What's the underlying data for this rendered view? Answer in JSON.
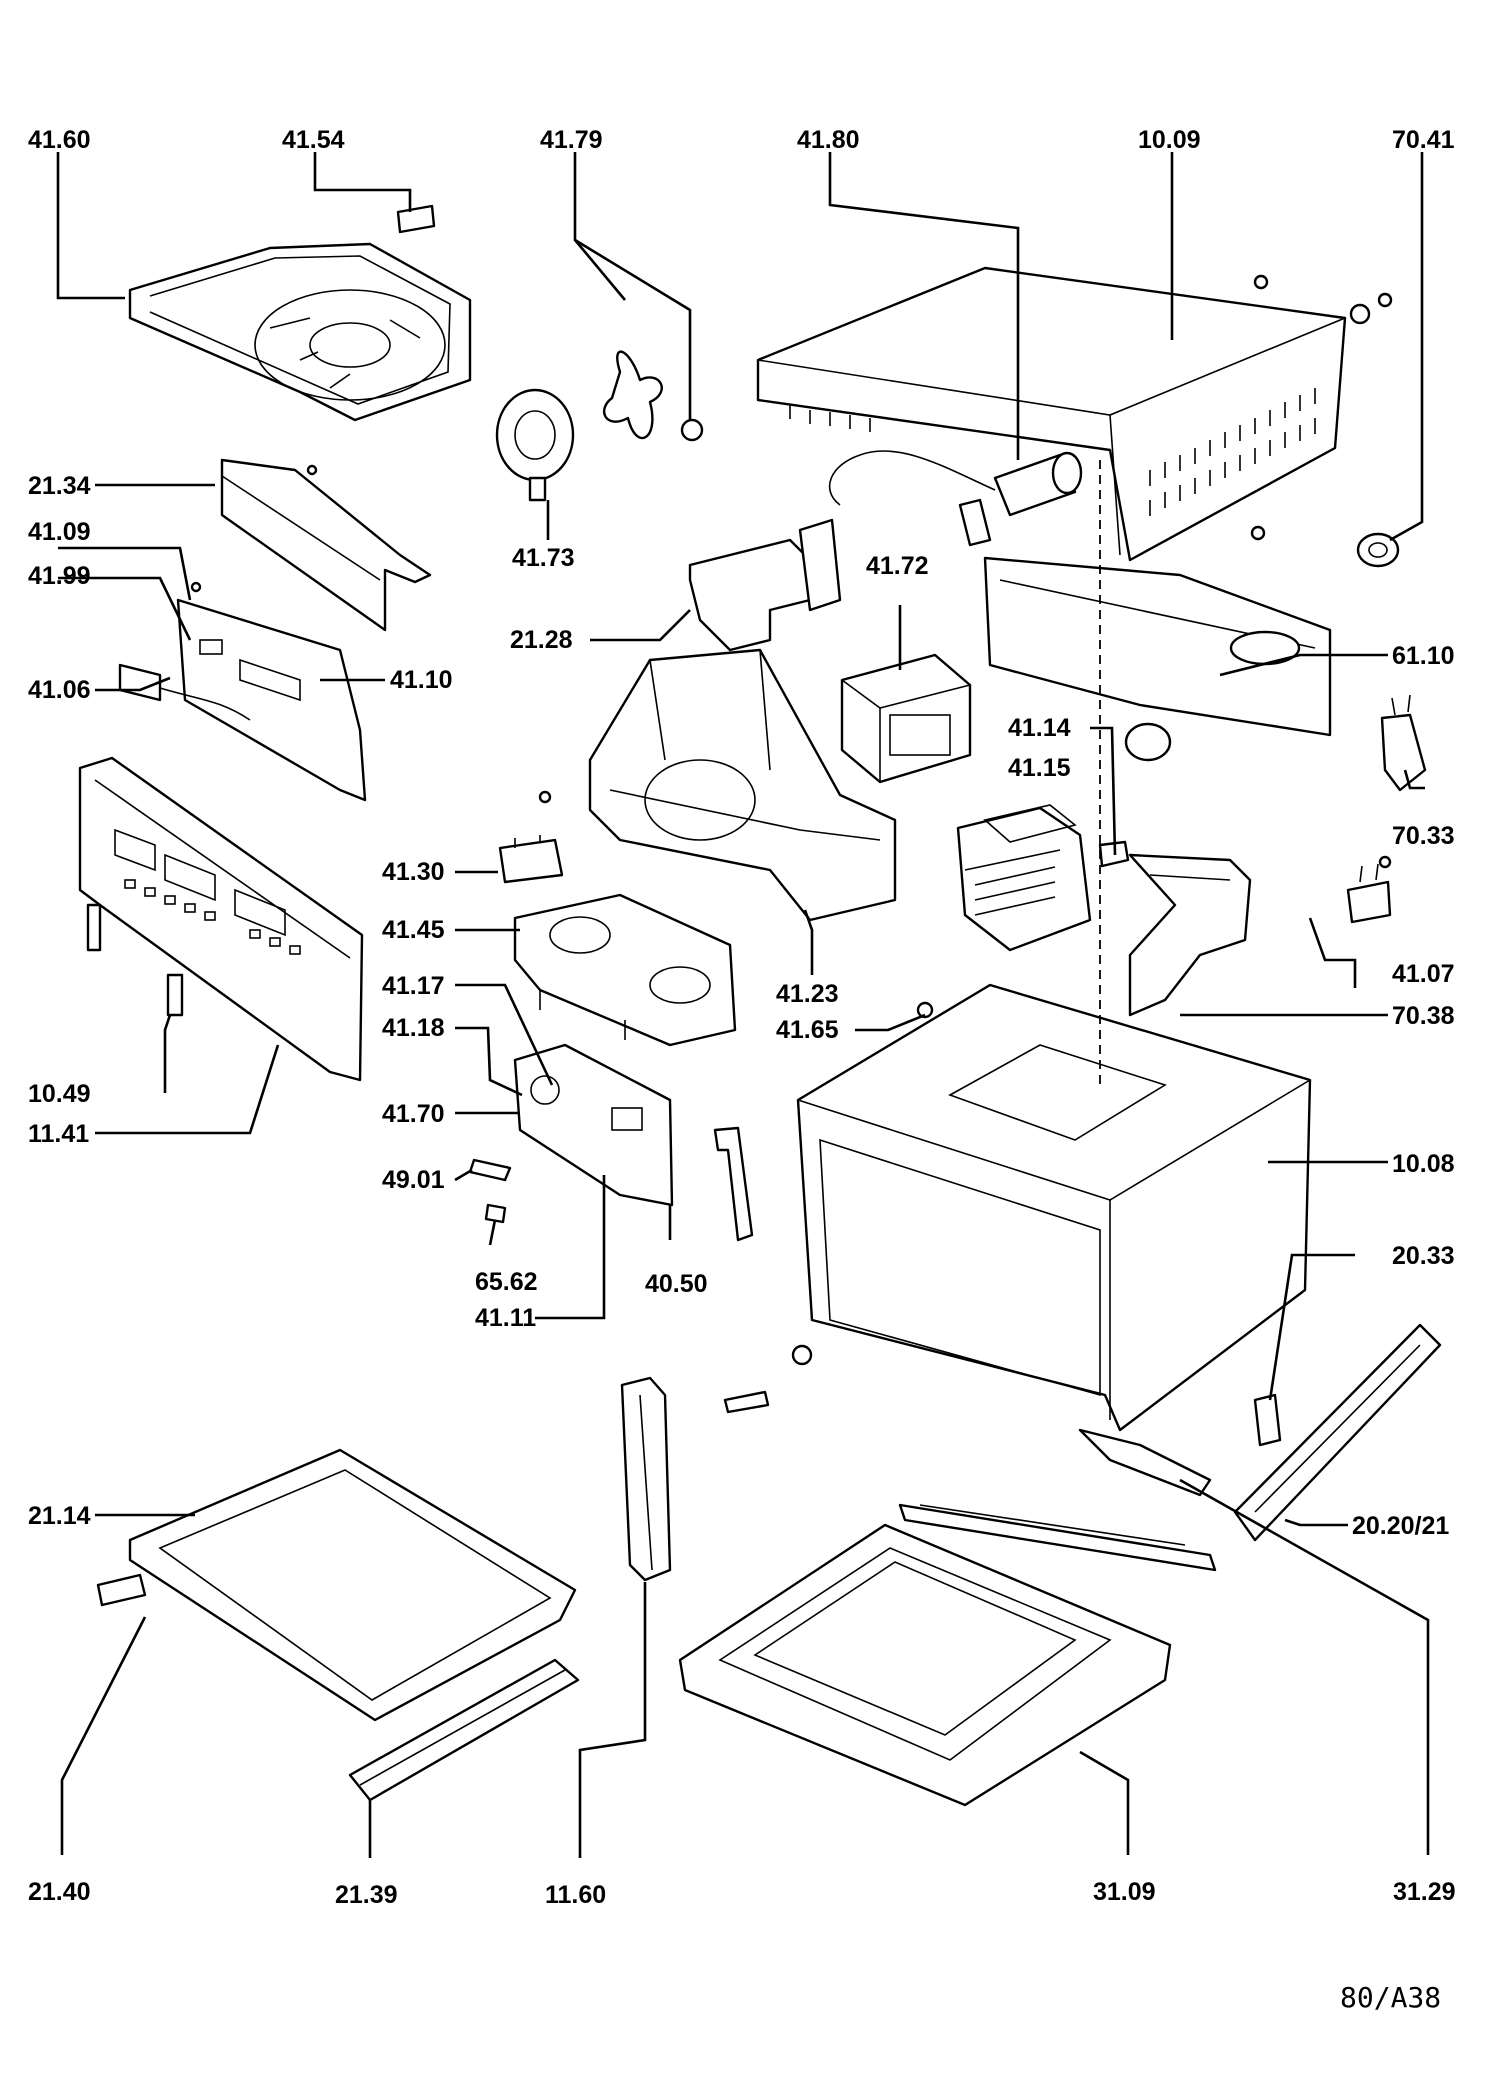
{
  "labels": [
    {
      "id": "41-60",
      "text": "41.60"
    },
    {
      "id": "41-54",
      "text": "41.54"
    },
    {
      "id": "41-79",
      "text": "41.79"
    },
    {
      "id": "41-80",
      "text": "41.80"
    },
    {
      "id": "10-09",
      "text": "10.09"
    },
    {
      "id": "70-41",
      "text": "70.41"
    },
    {
      "id": "21-34",
      "text": "21.34"
    },
    {
      "id": "41-09",
      "text": "41.09"
    },
    {
      "id": "41-99",
      "text": "41.99"
    },
    {
      "id": "41-06",
      "text": "41.06"
    },
    {
      "id": "41-10",
      "text": "41.10"
    },
    {
      "id": "41-73",
      "text": "41.73"
    },
    {
      "id": "21-28",
      "text": "21.28"
    },
    {
      "id": "41-72",
      "text": "41.72"
    },
    {
      "id": "61-10",
      "text": "61.10"
    },
    {
      "id": "41-14",
      "text": "41.14"
    },
    {
      "id": "41-15",
      "text": "41.15"
    },
    {
      "id": "70-33",
      "text": "70.33"
    },
    {
      "id": "41-30",
      "text": "41.30"
    },
    {
      "id": "41-45",
      "text": "41.45"
    },
    {
      "id": "41-23",
      "text": "41.23"
    },
    {
      "id": "41-07",
      "text": "41.07"
    },
    {
      "id": "41-65",
      "text": "41.65"
    },
    {
      "id": "70-38",
      "text": "70.38"
    },
    {
      "id": "41-17",
      "text": "41.17"
    },
    {
      "id": "41-18",
      "text": "41.18"
    },
    {
      "id": "41-70",
      "text": "41.70"
    },
    {
      "id": "10-49",
      "text": "10.49"
    },
    {
      "id": "11-41",
      "text": "11.41"
    },
    {
      "id": "49-01",
      "text": "49.01"
    },
    {
      "id": "10-08",
      "text": "10.08"
    },
    {
      "id": "65-62",
      "text": "65.62"
    },
    {
      "id": "40-50",
      "text": "40.50"
    },
    {
      "id": "20-33",
      "text": "20.33"
    },
    {
      "id": "41-11",
      "text": "41.11"
    },
    {
      "id": "21-14",
      "text": "21.14"
    },
    {
      "id": "20-20-21",
      "text": "20.20/21"
    },
    {
      "id": "21-40",
      "text": "21.40"
    },
    {
      "id": "21-39",
      "text": "21.39"
    },
    {
      "id": "11-60",
      "text": "11.60"
    },
    {
      "id": "31-09",
      "text": "31.09"
    },
    {
      "id": "31-29",
      "text": "31.29"
    }
  ],
  "drawing_ref": "80/A38"
}
